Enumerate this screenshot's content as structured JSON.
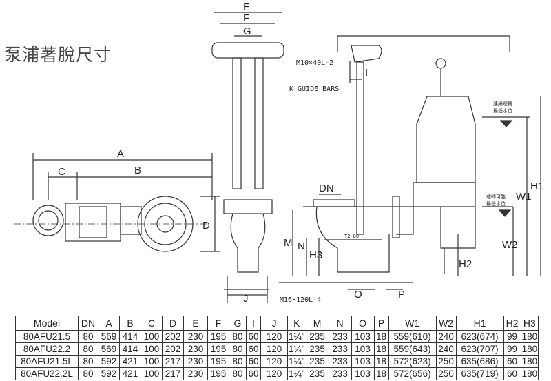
{
  "title": "泵浦著脫尺寸",
  "drawing": {
    "dims": {
      "A": "A",
      "B": "B",
      "C": "C",
      "D": "D",
      "E": "E",
      "F": "F",
      "G": "G",
      "I": "I",
      "J": "J",
      "M": "M",
      "N": "N",
      "O": "O",
      "P": "P",
      "DN": "DN",
      "H1": "H1",
      "H2": "H2",
      "H3": "H3",
      "W1": "W1",
      "W2": "W2"
    },
    "notes": {
      "bolt_top": "M10×40L-2",
      "guide_bars": "K GUIDE BARS",
      "bolt_base": "M16×120L-4",
      "pipe_mark": "T2-80",
      "cont_level_1": "連續運轉",
      "cont_level_2": "最低水位",
      "min_level_1": "運轉可能",
      "min_level_2": "最低水位"
    }
  },
  "table": {
    "headers": [
      "Model",
      "DN",
      "A",
      "B",
      "C",
      "D",
      "E",
      "F",
      "G",
      "I",
      "J",
      "K",
      "M",
      "N",
      "O",
      "P",
      "W1",
      "W2",
      "H1",
      "H2",
      "H3"
    ],
    "rows": [
      [
        "80AFU21.5",
        "80",
        "569",
        "414",
        "100",
        "202",
        "230",
        "195",
        "80",
        "60",
        "120",
        "1¼\"",
        "235",
        "233",
        "103",
        "18",
        "559(610)",
        "240",
        "623(674)",
        "99",
        "180"
      ],
      [
        "80AFU22.2",
        "80",
        "569",
        "414",
        "100",
        "202",
        "230",
        "195",
        "80",
        "60",
        "120",
        "1¼\"",
        "235",
        "233",
        "103",
        "18",
        "559(643)",
        "240",
        "623(707)",
        "99",
        "180"
      ],
      [
        "80AFU21.5L",
        "80",
        "592",
        "421",
        "100",
        "217",
        "230",
        "195",
        "80",
        "60",
        "120",
        "1¼\"",
        "235",
        "233",
        "103",
        "18",
        "572(623)",
        "250",
        "635(686)",
        "60",
        "180"
      ],
      [
        "80AFU22.2L",
        "80",
        "592",
        "421",
        "100",
        "217",
        "230",
        "195",
        "80",
        "60",
        "120",
        "1¼\"",
        "235",
        "233",
        "103",
        "18",
        "572(656)",
        "250",
        "635(719)",
        "60",
        "180"
      ]
    ]
  }
}
